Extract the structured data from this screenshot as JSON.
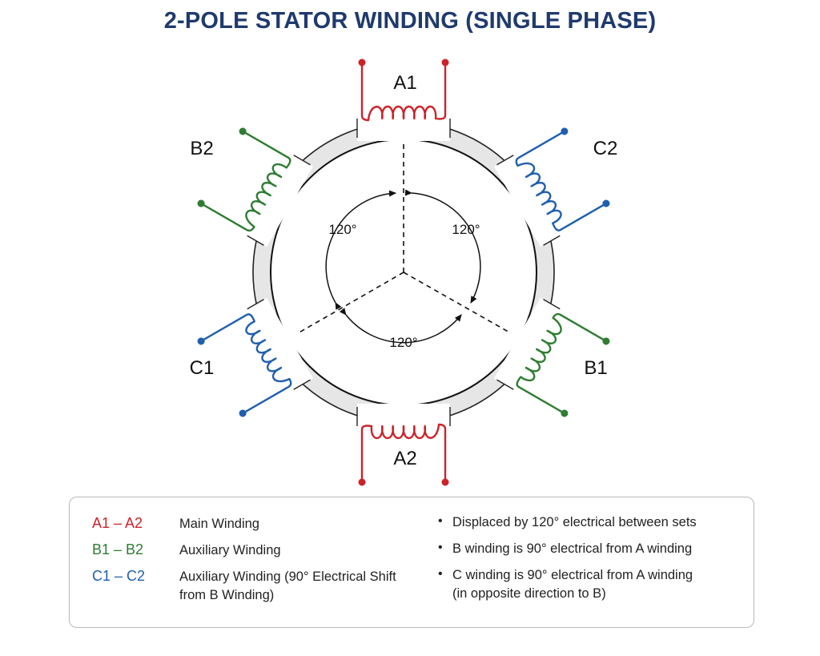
{
  "title": "2-POLE STATOR WINDING (SINGLE PHASE)",
  "terminals": {
    "A1": "A1",
    "A2": "A2",
    "B1": "B1",
    "B2": "B2",
    "C1": "C1",
    "C2": "C2"
  },
  "angles": {
    "left": "120°",
    "right": "120°",
    "bottom": "120°"
  },
  "colors": {
    "a": "#cc2229",
    "b": "#2e7d32",
    "c": "#1f5fae",
    "title": "#1f3a6e"
  },
  "legend": {
    "items": [
      {
        "key": "A1 – A2",
        "desc": "Main Winding"
      },
      {
        "key": "B1 – B2",
        "desc": "Auxiliary Winding"
      },
      {
        "key": "C1 – C2",
        "desc_line1": "Auxiliary Winding (90° Electrical Shift",
        "desc_line2": "from B Winding)"
      }
    ],
    "notes": [
      "Displaced by 120° electrical between sets",
      "B winding is 90° electrical from A winding",
      "C winding is 90° electrical from A winding",
      "(in opposite direction to B)"
    ]
  }
}
